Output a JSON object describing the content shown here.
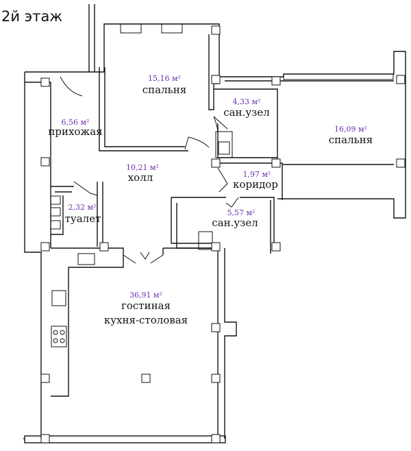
{
  "title": "2й этаж",
  "rooms": [
    {
      "name": "спальня",
      "area": "15,16 м²"
    },
    {
      "name": "сан.узел",
      "area": "4,33 м²"
    },
    {
      "name": "спальня",
      "area": "16,09 м²"
    },
    {
      "name": "прихожая",
      "area": "6,56 м²"
    },
    {
      "name": "холл",
      "area": "10,21 м²"
    },
    {
      "name": "коридор",
      "area": "1,97 м²"
    },
    {
      "name": "туалет",
      "area": "2,32 м²"
    },
    {
      "name": "сан.узел",
      "area": "5,57 м²"
    },
    {
      "name": "гостиная",
      "name2": "кухня-столовая",
      "area": "36,91 м²"
    }
  ],
  "colors": {
    "walls": "#111111",
    "area_text": "#6a2fb0"
  }
}
